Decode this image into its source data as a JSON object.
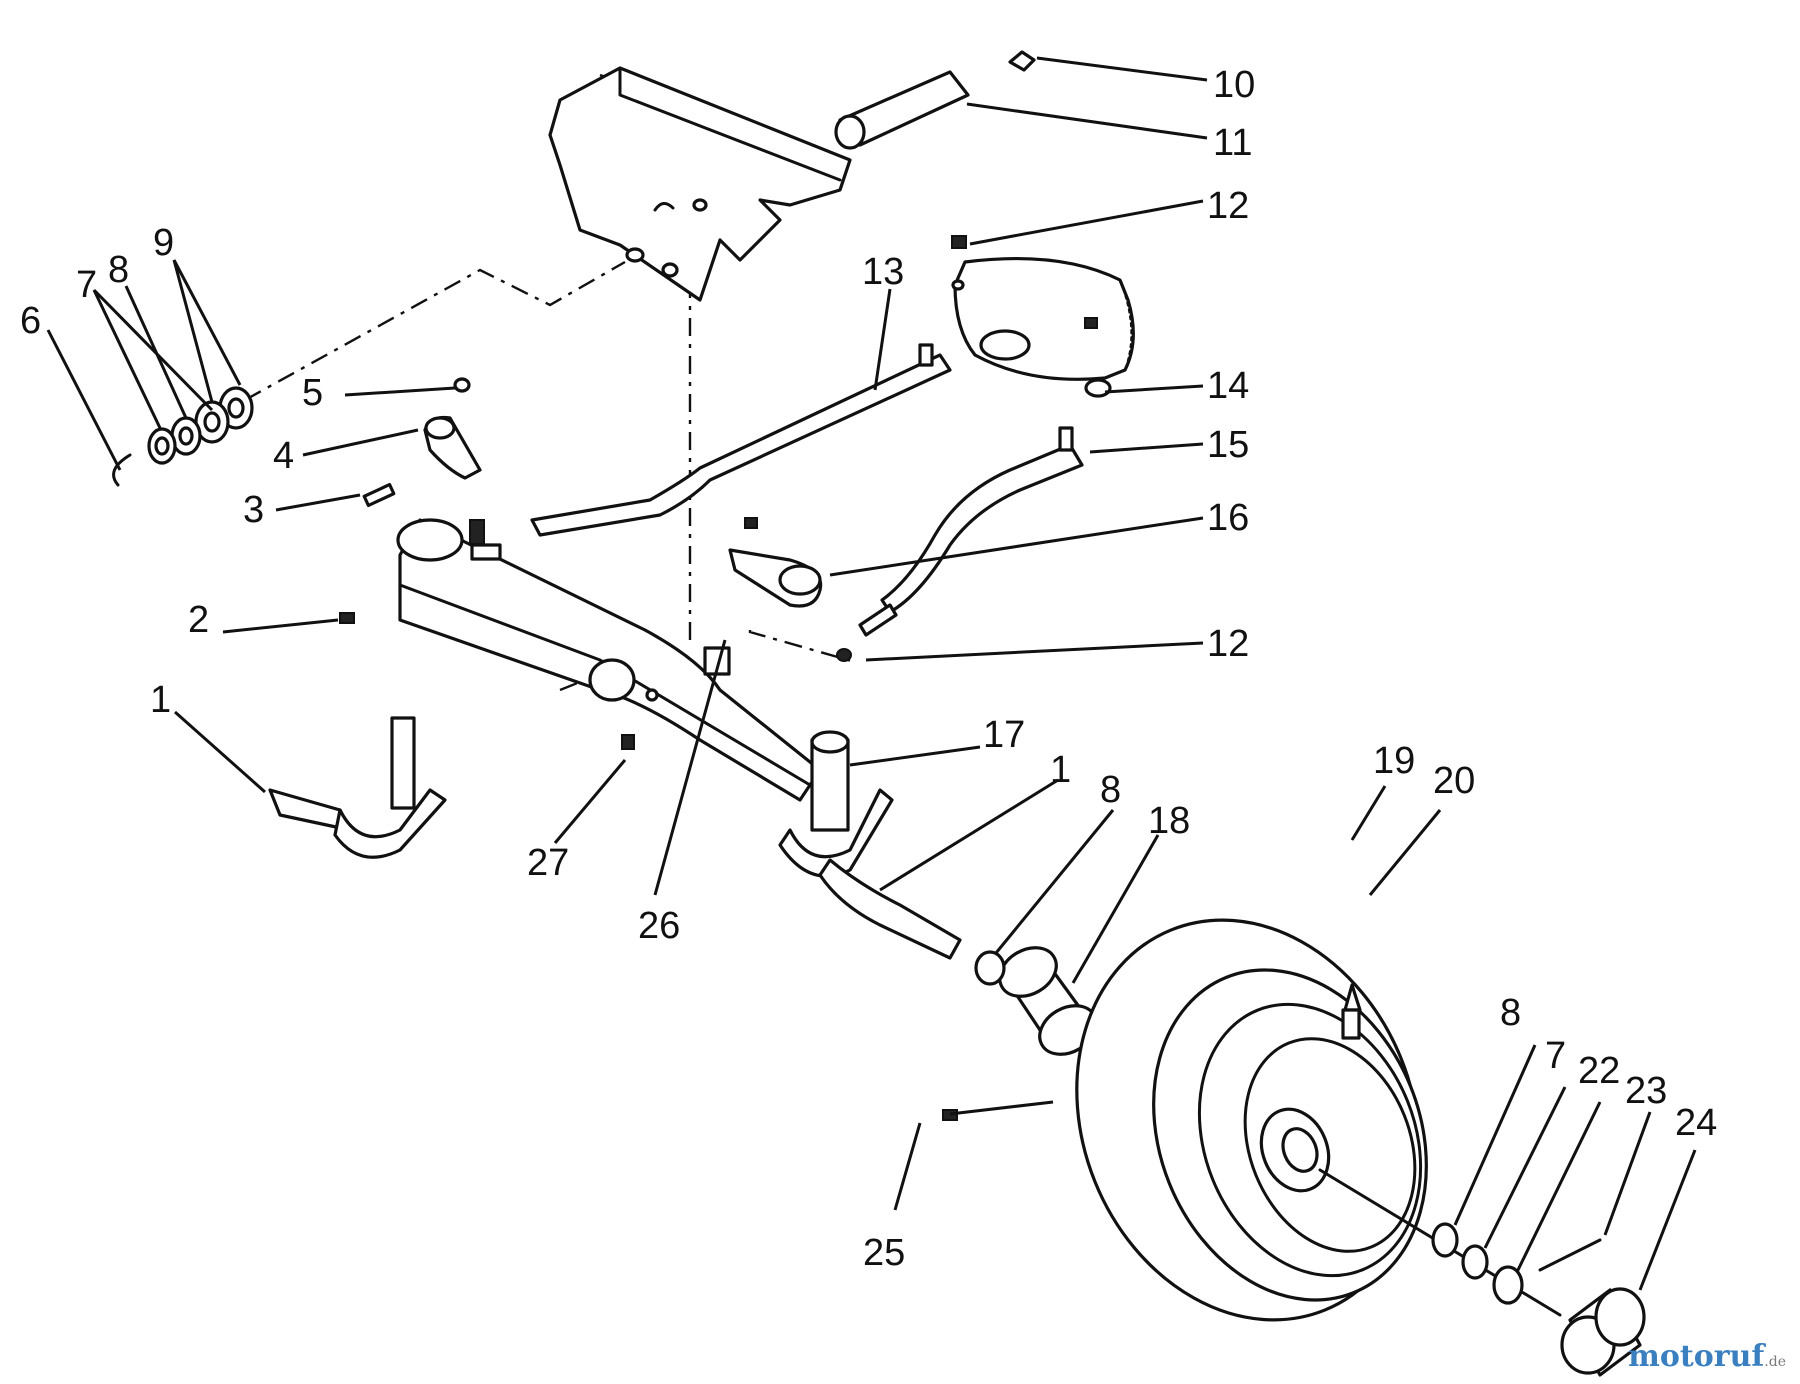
{
  "diagram": {
    "callouts": [
      {
        "id": "c10",
        "text": "10"
      },
      {
        "id": "c11",
        "text": "11"
      },
      {
        "id": "c12a",
        "text": "12"
      },
      {
        "id": "c13",
        "text": "13"
      },
      {
        "id": "c14",
        "text": "14"
      },
      {
        "id": "c15",
        "text": "15"
      },
      {
        "id": "c16",
        "text": "16"
      },
      {
        "id": "c12b",
        "text": "12"
      },
      {
        "id": "c17",
        "text": "17"
      },
      {
        "id": "c1b",
        "text": "1"
      },
      {
        "id": "c8a",
        "text": "8"
      },
      {
        "id": "c18",
        "text": "18"
      },
      {
        "id": "c19",
        "text": "19"
      },
      {
        "id": "c20",
        "text": "20"
      },
      {
        "id": "c9",
        "text": "9"
      },
      {
        "id": "c8b",
        "text": "8"
      },
      {
        "id": "c7a",
        "text": "7"
      },
      {
        "id": "c6",
        "text": "6"
      },
      {
        "id": "c5",
        "text": "5"
      },
      {
        "id": "c4",
        "text": "4"
      },
      {
        "id": "c3",
        "text": "3"
      },
      {
        "id": "c2",
        "text": "2"
      },
      {
        "id": "c1a",
        "text": "1"
      },
      {
        "id": "c27",
        "text": "27"
      },
      {
        "id": "c26",
        "text": "26"
      },
      {
        "id": "c8c",
        "text": "8"
      },
      {
        "id": "c7b",
        "text": "7"
      },
      {
        "id": "c22",
        "text": "22"
      },
      {
        "id": "c23",
        "text": "23"
      },
      {
        "id": "c24",
        "text": "24"
      },
      {
        "id": "c25",
        "text": "25"
      }
    ]
  },
  "watermark": {
    "brand": "motoruf",
    "tld": ".de"
  }
}
